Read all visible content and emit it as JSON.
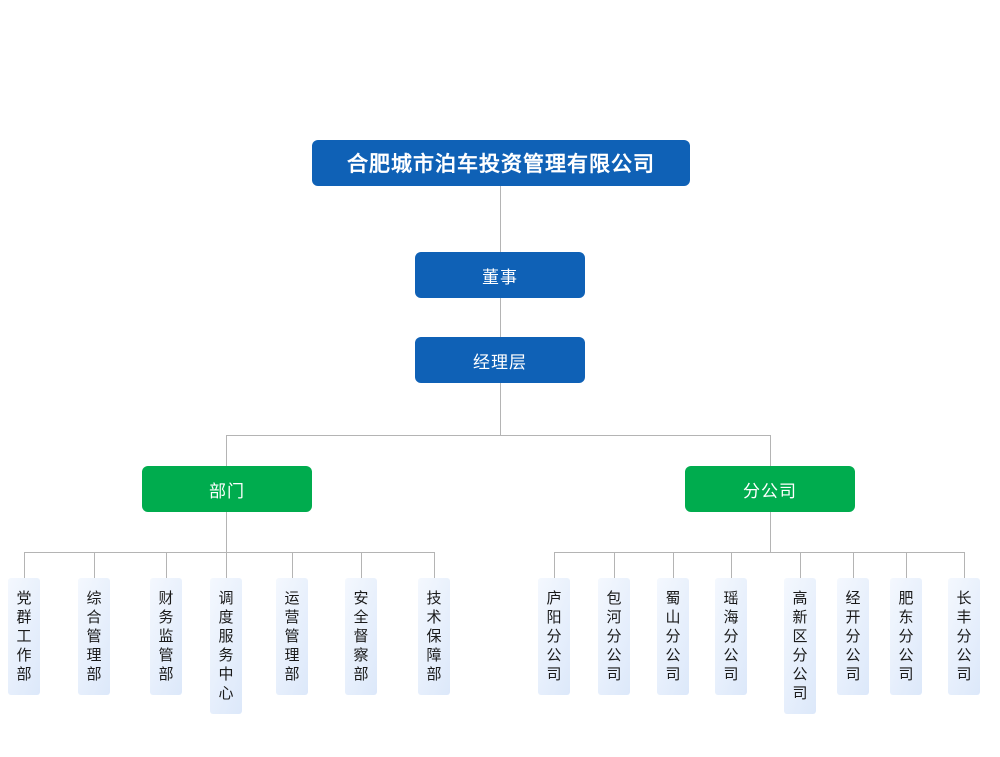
{
  "colors": {
    "root_blue": "#0f61b6",
    "mid_blue": "#0f61b6",
    "group_green": "#00ac4e",
    "leaf_gradient_start": "#f4f8fe",
    "leaf_gradient_end": "#dce8fa",
    "connector_gray": "#b4b4b4",
    "page_background": "#ffffff"
  },
  "org_chart": {
    "type": "organization-chart",
    "root": {
      "label": "合肥城市泊车投资管理有限公司",
      "level": 0
    },
    "levels": [
      {
        "label": "董事",
        "level": 1
      },
      {
        "label": "经理层",
        "level": 2
      }
    ],
    "groups": [
      {
        "label": "部门",
        "children": [
          "党群工作部",
          "综合管理部",
          "财务监管部",
          "调度服务中心",
          "运营管理部",
          "安全督察部",
          "技术保障部"
        ]
      },
      {
        "label": "分公司",
        "children": [
          "庐阳分公司",
          "包河分公司",
          "蜀山分公司",
          "瑶海分公司",
          "高新区分公司",
          "经开分公司",
          "肥东分公司",
          "长丰分公司"
        ]
      }
    ]
  }
}
